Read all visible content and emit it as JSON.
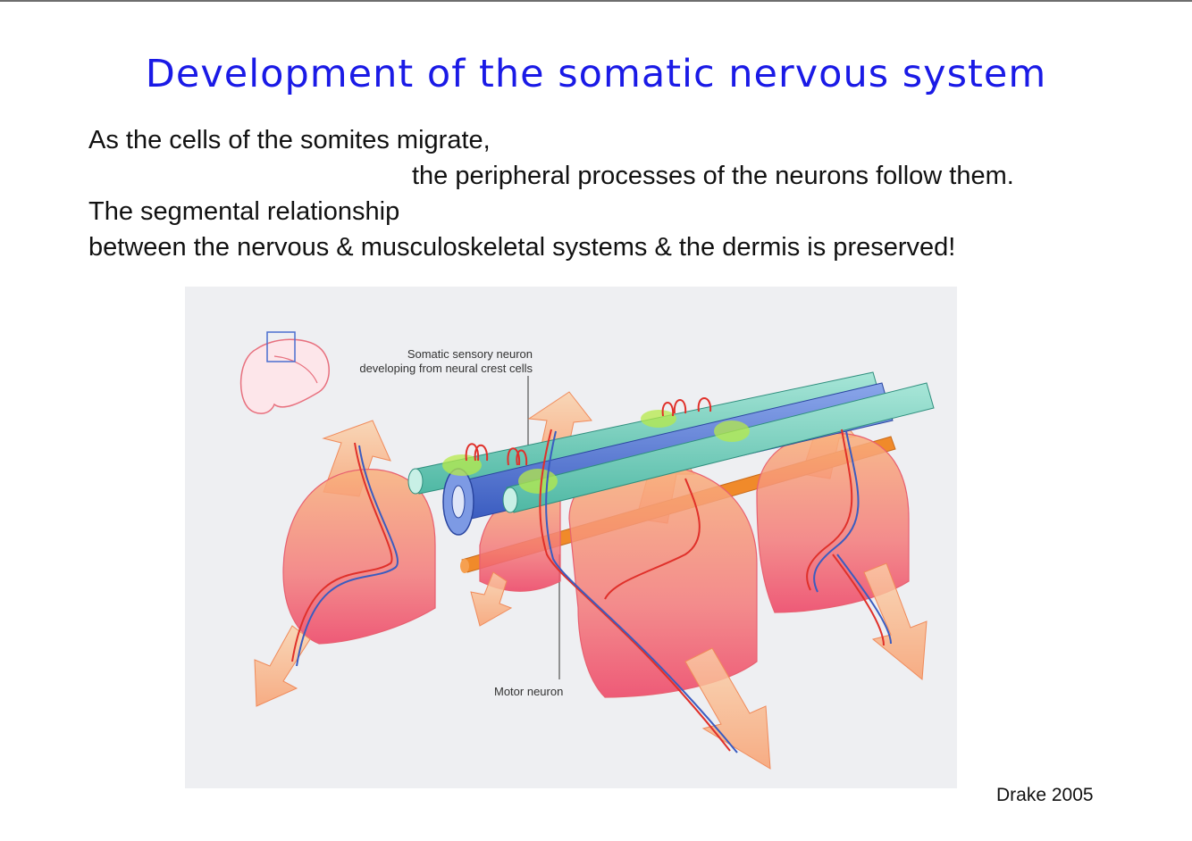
{
  "slide": {
    "title": "Development of the somatic nervous system",
    "lines": [
      "As the cells of the somites migrate,",
      "the peripheral processes of the neurons follow them.",
      "The segmental relationship",
      "between the nervous & musculoskeletal systems & the dermis is preserved!"
    ],
    "credit": "Drake 2005"
  },
  "figure": {
    "label_sensory_line1": "Somatic sensory neuron",
    "label_sensory_line2": "developing from neural crest cells",
    "label_motor": "Motor neuron"
  },
  "colors": {
    "title": "#1a1ae6",
    "somite_pink": "#f0607a",
    "somite_orange": "#f8a060",
    "neural_tube_blue": "#4a6fd0",
    "ganglion_teal": "#5fc8b4",
    "notochord_orange": "#f08a2a"
  }
}
